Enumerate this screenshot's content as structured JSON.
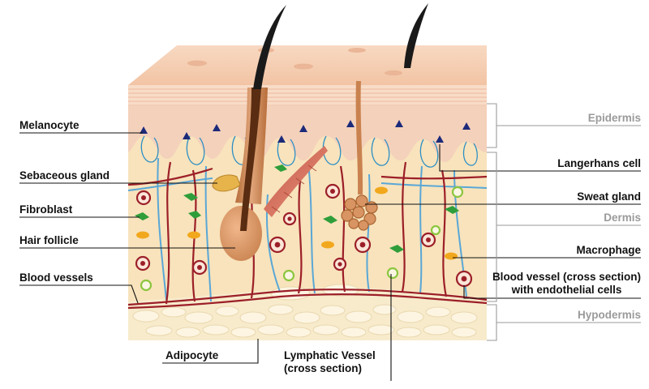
{
  "labels": {
    "melanocyte": "Melanocyte",
    "sebaceous_gland": "Sebaceous gland",
    "fibroblast": "Fibroblast",
    "hair_follicle": "Hair follicle",
    "blood_vessels": "Blood vessels",
    "adipocyte": "Adipocyte",
    "lymphatic_vessel_line1": "Lymphatic Vessel",
    "lymphatic_vessel_line2": "(cross section)",
    "langerhans_cell": "Langerhans cell",
    "sweat_gland": "Sweat gland",
    "macrophage": "Macrophage",
    "blood_vessel_cs_line1": "Blood vessel (cross section)",
    "blood_vessel_cs_line2": "with endothelial cells"
  },
  "layers": {
    "epidermis": "Epidermis",
    "dermis": "Dermis",
    "hypodermis": "Hypodermis"
  },
  "colors": {
    "epidermis_top": "#f6cdb0",
    "epidermis_body": "#f3d6c0",
    "dermis": "#f8e1b5",
    "hypodermis": "#f6e6c4",
    "adipose_cell": "#fdf3dc",
    "hair": "#1a1a1a",
    "follicle": "#d99a6c",
    "blood_vessel": "#9c1f28",
    "lymph_vessel": "#5aa7d6",
    "fibroblast": "#2f9e3a",
    "macrophage": "#f2a81d",
    "melanocyte": "#1c2a7a",
    "leader_line": "#111111",
    "layer_text": "#9a9a9a"
  }
}
